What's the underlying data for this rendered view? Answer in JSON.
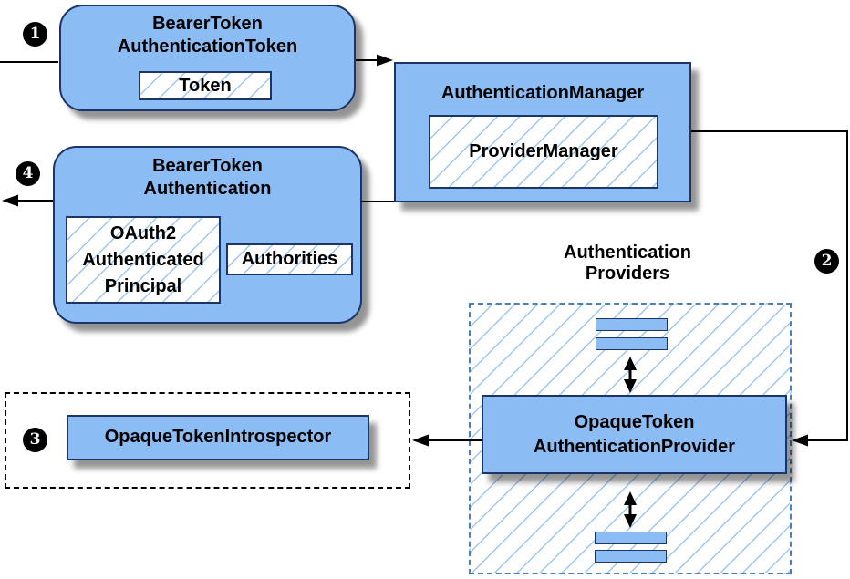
{
  "colors": {
    "node_fill": "#8CBCF4",
    "node_border": "#1C3568",
    "hatch_line": "#9EC6EE",
    "providers_dash": "#4C7FB5"
  },
  "steps": [
    {
      "number": "1"
    },
    {
      "number": "2"
    },
    {
      "number": "3"
    },
    {
      "number": "4"
    }
  ],
  "nodes": {
    "bearer_token_authentication_token": {
      "title_line1": "BearerToken",
      "title_line2": "AuthenticationToken",
      "token_label": "Token"
    },
    "authentication_manager": {
      "title": "AuthenticationManager",
      "provider_manager_label": "ProviderManager"
    },
    "bearer_token_authentication": {
      "title_line1": "BearerToken",
      "title_line2": "Authentication",
      "principal_line1": "OAuth2",
      "principal_line2": "Authenticated",
      "principal_line3": "Principal",
      "authorities_label": "Authorities"
    },
    "authentication_providers": {
      "label_line1": "Authentication",
      "label_line2": "Providers"
    },
    "opaque_token_authentication_provider": {
      "title_line1": "OpaqueToken",
      "title_line2": "AuthenticationProvider"
    },
    "opaque_token_introspector": {
      "title": "OpaqueTokenIntrospector"
    }
  }
}
